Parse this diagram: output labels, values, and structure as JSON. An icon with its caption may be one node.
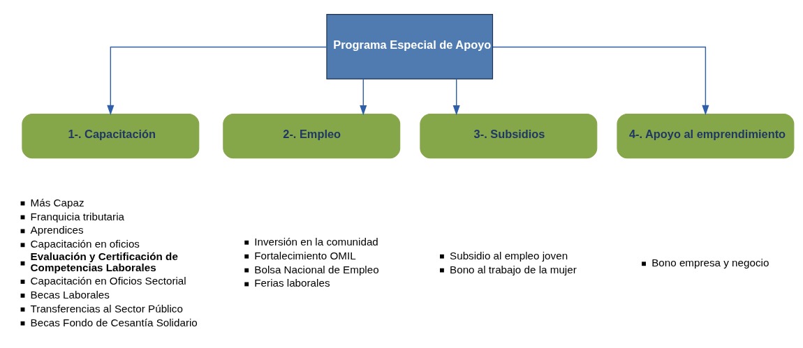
{
  "diagram": {
    "nodes": [
      {
        "text": [
          "Programa Especial de Apoyo"
        ]
      },
      {
        "text": [
          "1-. Capacitación"
        ]
      },
      {
        "text": [
          "2-. Empleo"
        ]
      },
      {
        "text": [
          "3-. Subsidios"
        ]
      },
      {
        "text": [
          "4-. Apoyo al emprendimiento"
        ]
      }
    ],
    "edges": [
      {
        "from": 0,
        "to": 1,
        "arrow": "to"
      },
      {
        "from": 0,
        "to": 2,
        "arrow": "to"
      },
      {
        "from": 0,
        "to": 3,
        "arrow": "to"
      },
      {
        "from": 0,
        "to": 4,
        "arrow": "to"
      }
    ],
    "labels": [
      "Más Capaz",
      "Franquicia tributaria",
      "Aprendices",
      "Capacitación en oficios",
      "Evaluación y Certificación de Competencias Laborales",
      "Capacitación en Oficios Sectorial",
      "Becas Laborales",
      "Transferencias al Sector Público",
      "Becas Fondo de Cesantía Solidario",
      "Inversión en la comunidad",
      "Fortalecimiento OMIL",
      "Bolsa Nacional de Empleo",
      "Ferias laborales",
      "Subsidio al empleo joven",
      "Bono al trabajo de la mujer",
      "Bono empresa y negocio"
    ]
  }
}
